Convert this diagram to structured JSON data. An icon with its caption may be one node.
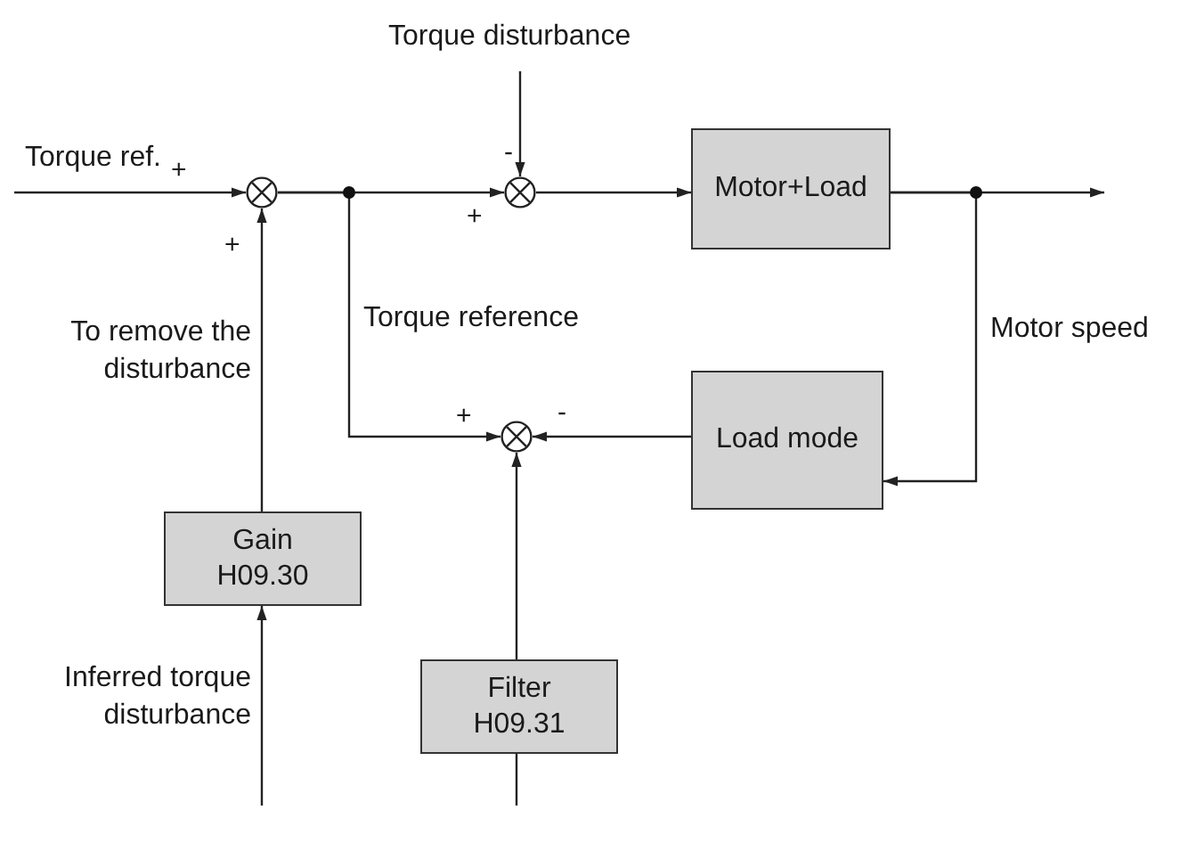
{
  "diagram": {
    "nodes": [
      {
        "text": [],
        "shape": "circle"
      },
      {
        "text": [],
        "shape": "circle"
      },
      {
        "text": [
          "Motor+Load"
        ]
      },
      {
        "text": [
          "Load mode"
        ]
      },
      {
        "text": [],
        "shape": "circle"
      },
      {
        "text": [
          "Gain",
          "H09.30"
        ]
      },
      {
        "text": [
          "Filter",
          "H09.31"
        ]
      }
    ],
    "edges": [
      {
        "from": null,
        "to": 0,
        "arrow": "to",
        "label": "Torque ref."
      },
      {
        "from": 0,
        "to": 1,
        "arrow": "to"
      },
      {
        "from": 0,
        "to": 4,
        "arrow": "to",
        "label": "Torque reference"
      },
      {
        "from": null,
        "to": 1,
        "arrow": "to",
        "label": "Torque disturbance"
      },
      {
        "from": 1,
        "to": 2,
        "arrow": "to"
      },
      {
        "from": 2,
        "to": null,
        "arrow": "to"
      },
      {
        "from": 2,
        "to": 3,
        "arrow": "to",
        "label": "Motor speed"
      },
      {
        "from": 3,
        "to": 4,
        "arrow": "to"
      },
      {
        "from": 6,
        "to": 4,
        "arrow": "to"
      },
      {
        "from": 5,
        "to": 0,
        "arrow": "to",
        "label": "To remove the disturbance"
      },
      {
        "from": null,
        "to": 5,
        "arrow": "to",
        "label": "Inferred torque disturbance"
      },
      {
        "from": null,
        "to": 6,
        "arrow": "none"
      }
    ],
    "labels": [
      "+",
      "-",
      "+",
      "+",
      "+",
      "-"
    ]
  }
}
